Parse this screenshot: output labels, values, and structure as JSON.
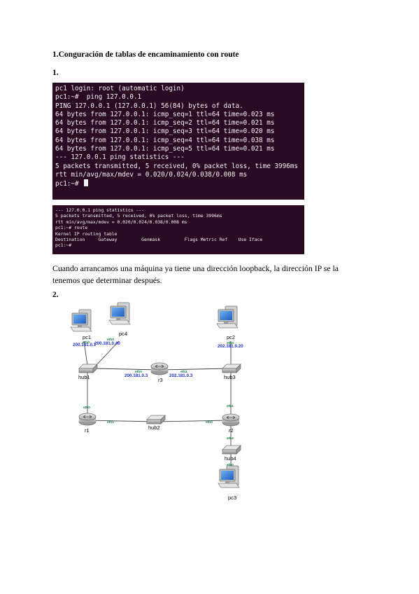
{
  "heading": "1.Conguración de tablas de encaminamiento con route",
  "section1": "1.",
  "terminal1": [
    "pc1 login: root (automatic login)",
    "pc1:~#  ping 127.0.0.1",
    "PING 127.0.0.1 (127.0.0.1) 56(84) bytes of data.",
    "64 bytes from 127.0.0.1: icmp_seq=1 ttl=64 time=0.023 ms",
    "64 bytes from 127.0.0.1: icmp_seq=2 ttl=64 time=0.021 ms",
    "64 bytes from 127.0.0.1: icmp_seq=3 ttl=64 time=0.020 ms",
    "64 bytes from 127.0.0.1: icmp_seq=4 ttl=64 time=0.038 ms",
    "64 bytes from 127.0.0.1: icmp_seq=5 ttl=64 time=0.021 ms",
    "",
    "--- 127.0.0.1 ping statistics ---",
    "5 packets transmitted, 5 received, 0% packet loss, time 3996ms",
    "rtt min/avg/max/mdev = 0.020/0.024/0.038/0.008 ms",
    "pc1:~# "
  ],
  "terminal2": [
    "--- 127.0.0.1 ping statistics ---",
    "5 packets transmitted, 5 received, 0% packet loss, time 3996ms",
    "rtt min/avg/max/mdev = 0.020/0.024/0.038/0.008 ms",
    "pc1:~# route",
    "Kernel IP routing table",
    "Destination     Gateway         Genmask         Flags Metric Ref    Use Iface",
    "pc1:~#"
  ],
  "paragraph": "Cuando arrancamos una máquina ya tiene una dirección loopback, la dirección IP se la tenemos que determinar después.",
  "section2": "2.",
  "diagram": {
    "nodes": {
      "pc1": "pc1",
      "pc4": "pc4",
      "pc2": "pc2",
      "pc3": "pc3",
      "hub1": "hub1",
      "hub2": "hub2",
      "hub3": "hub3",
      "hub4": "hub4",
      "r1": "r1",
      "r2": "r2",
      "r3": "r3"
    },
    "ips": {
      "pc1": "200.181.0.1",
      "pc4": "200.181.0.40",
      "pc2": "202.181.0.20",
      "r3_eth0": "200.181.0.3",
      "r3_eth1": "202.181.0.3"
    },
    "ifaces": {
      "eth0": "eth0",
      "eth1": "eth1",
      "eth2": "eth2"
    },
    "colors": {
      "link": "#444444",
      "ip": "#1a2fd6",
      "iface": "#0a7a3c"
    }
  }
}
